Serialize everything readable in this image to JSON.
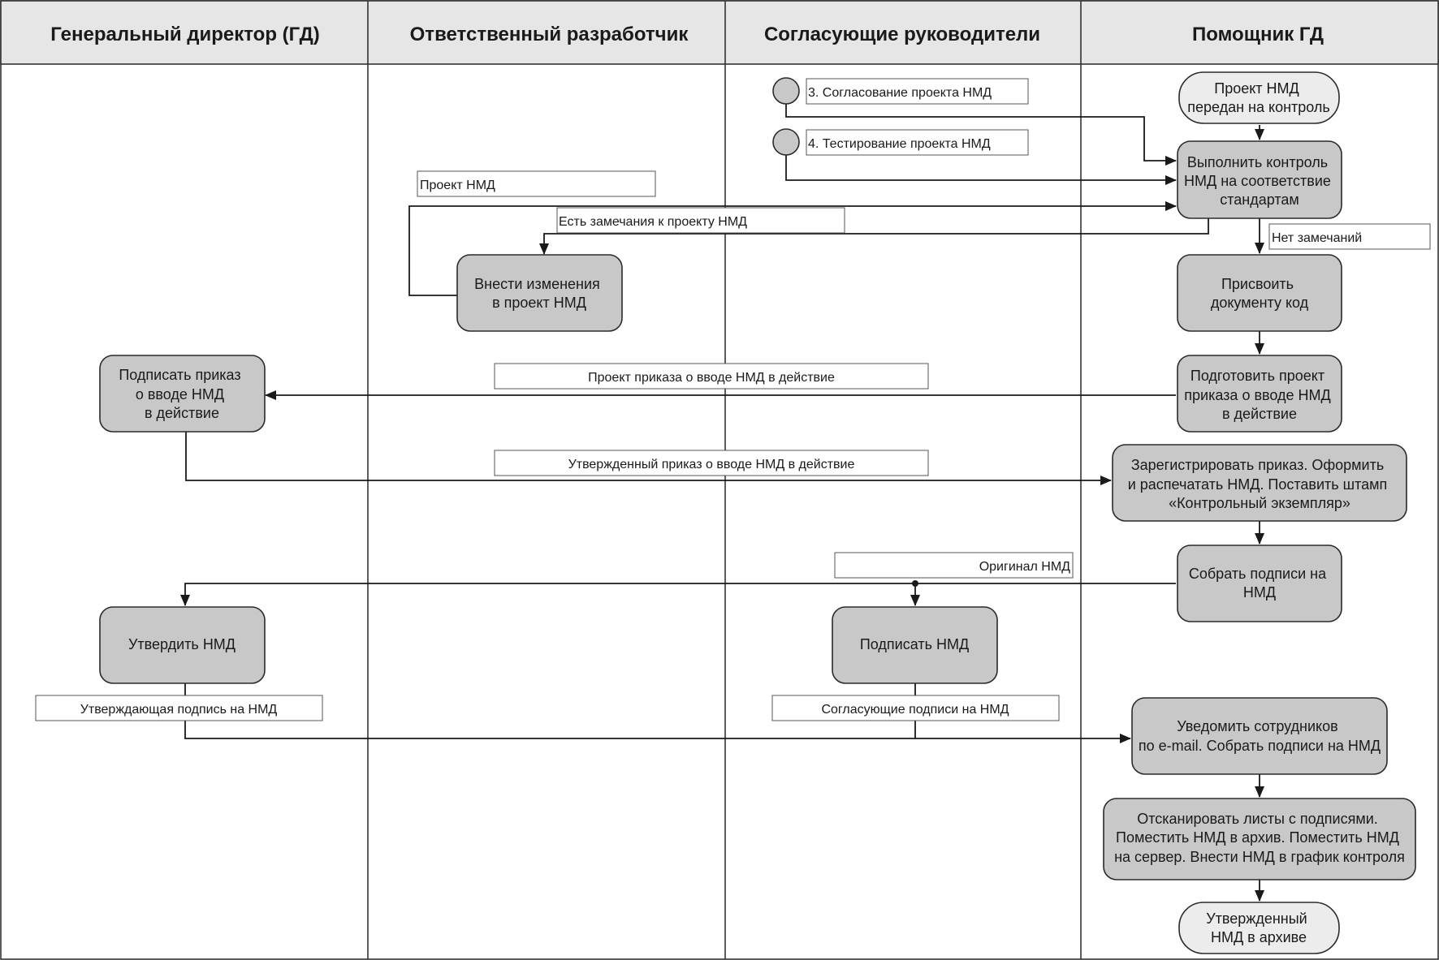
{
  "lanes": [
    "Генеральный директор (ГД)",
    "Ответственный разработчик",
    "Согласующие руководители",
    "Помощник ГД"
  ],
  "nodes": {
    "start": [
      "Проект НМД",
      "передан на контроль"
    ],
    "control": [
      "Выполнить контроль",
      "НМД на соответствие",
      "стандартам"
    ],
    "changes": [
      "Внести изменения",
      "в проект НМД"
    ],
    "assign_code": [
      "Присвоить",
      "документу код"
    ],
    "prepare_order": [
      "Подготовить проект",
      "приказа о вводе НМД",
      "в действие"
    ],
    "sign_order": [
      "Подписать приказ",
      "о вводе НМД",
      "в действие"
    ],
    "register": [
      "Зарегистрировать приказ. Оформить",
      "и распечатать НМД. Поставить штамп",
      "«Контрольный экземпляр»"
    ],
    "collect_signatures": [
      "Собрать подписи на",
      "НМД"
    ],
    "approve": [
      "Утвердить НМД"
    ],
    "sign_nmd": [
      "Подписать НМД"
    ],
    "notify": [
      "Уведомить сотрудников",
      "по e-mail. Собрать подписи на НМД"
    ],
    "scan": [
      "Отсканировать листы с подписями.",
      "Поместить НМД в архив. Поместить НМД",
      "на сервер. Внести НМД в график контроля"
    ],
    "end": [
      "Утвержденный",
      "НМД в архиве"
    ]
  },
  "labels": {
    "approval": "3. Согласование проекта НМД",
    "testing": "4. Тестирование проекта НМД",
    "project": "Проект НМД",
    "remarks": "Есть замечания к проекту НМД",
    "no_remarks": "Нет замечаний",
    "order_project": "Проект приказа о вводе НМД в действие",
    "approved_order": "Утвержденный приказ о вводе НМД в действие",
    "original": "Оригинал НМД",
    "approving_signature": "Утверждающая подпись на НМД",
    "agreeing_signatures": "Согласующие подписи на НМД"
  },
  "colors": {
    "action_fill": "#c8c8c8",
    "terminal_fill": "#ececec",
    "line": "#1a1a1a"
  }
}
